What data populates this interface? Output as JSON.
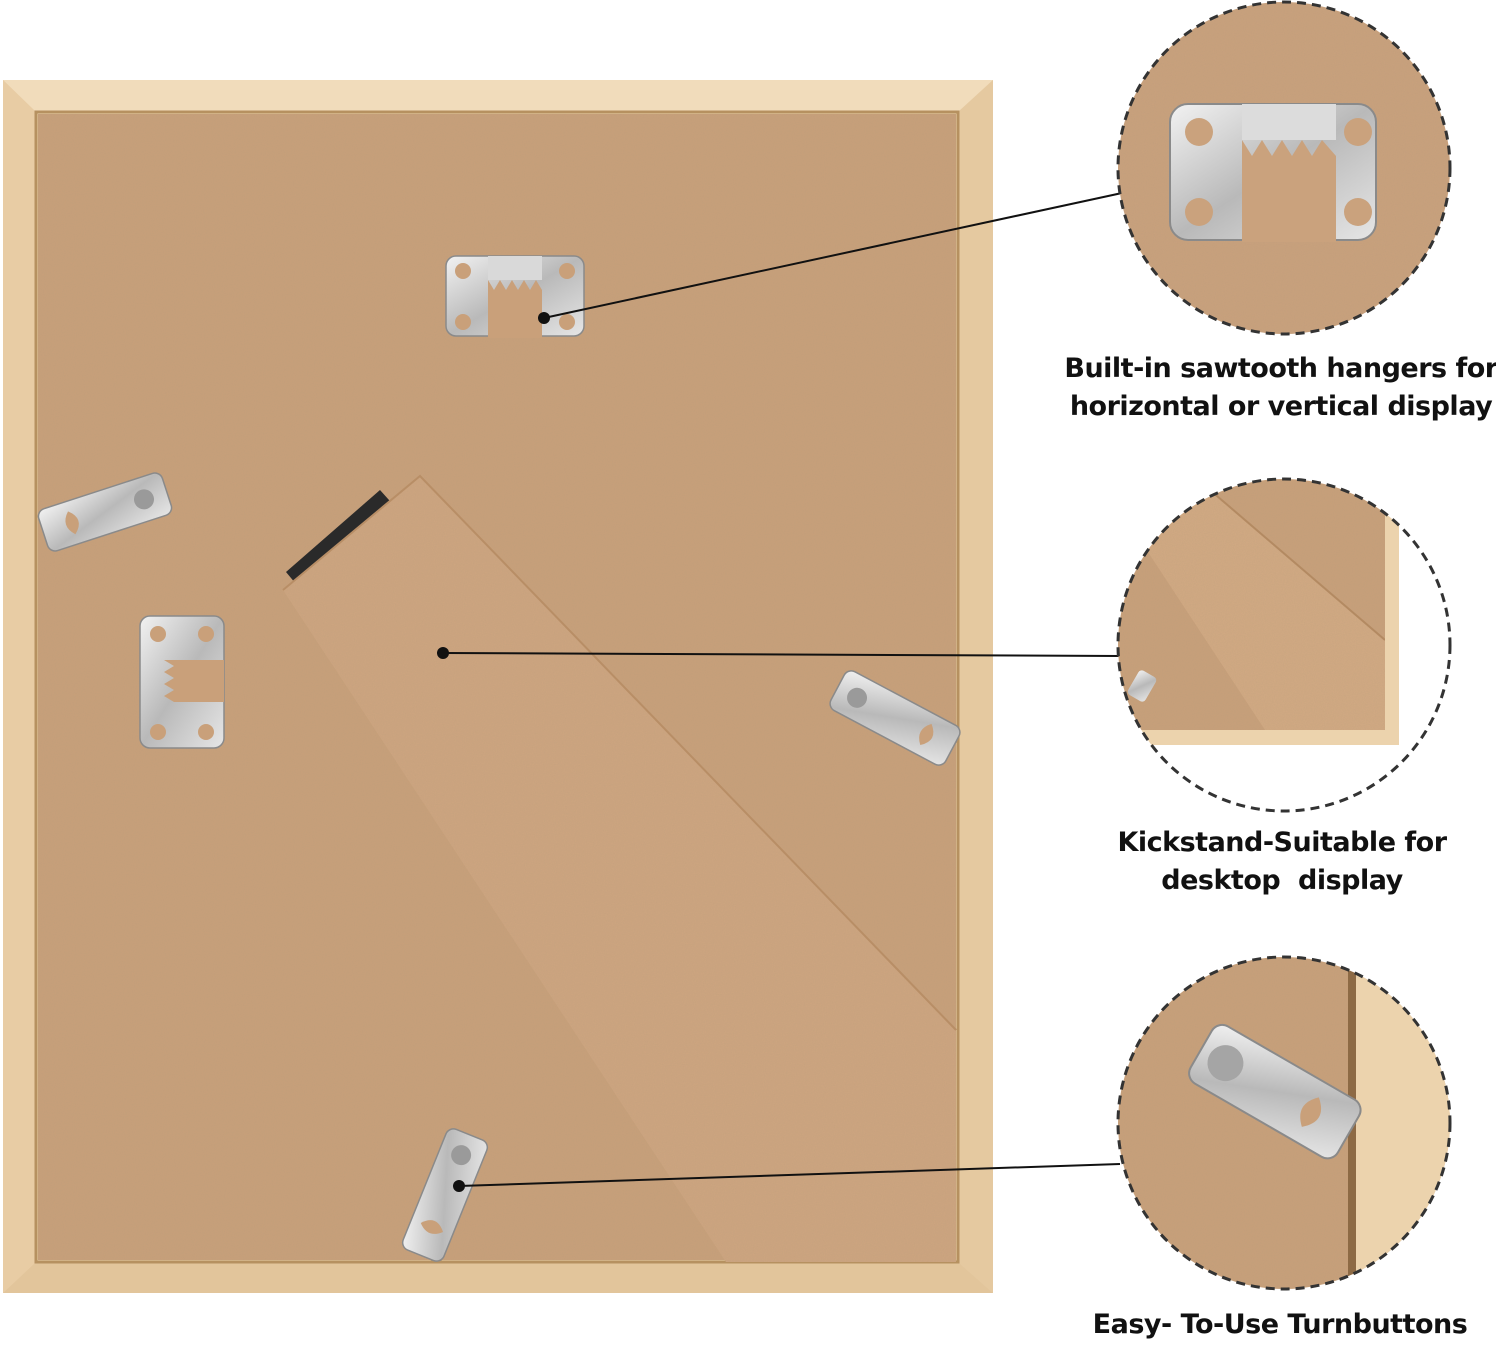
{
  "callouts": {
    "hangers": {
      "line1": "Built-in sawtooth hangers for",
      "line2": "horizontal or vertical display"
    },
    "kickstand": {
      "line1": "Kickstand-Suitable for",
      "line2": "desktop  display"
    },
    "turnbuttons": {
      "line1": "Easy- To-Use Turnbuttons"
    }
  },
  "colors": {
    "frame_wood": "#ead0aa",
    "backboard": "#c9a07a",
    "kickstand": "#cca37d",
    "metal": "#c8c8c8",
    "ring_border": "#333333",
    "caption_text": "#111111"
  }
}
